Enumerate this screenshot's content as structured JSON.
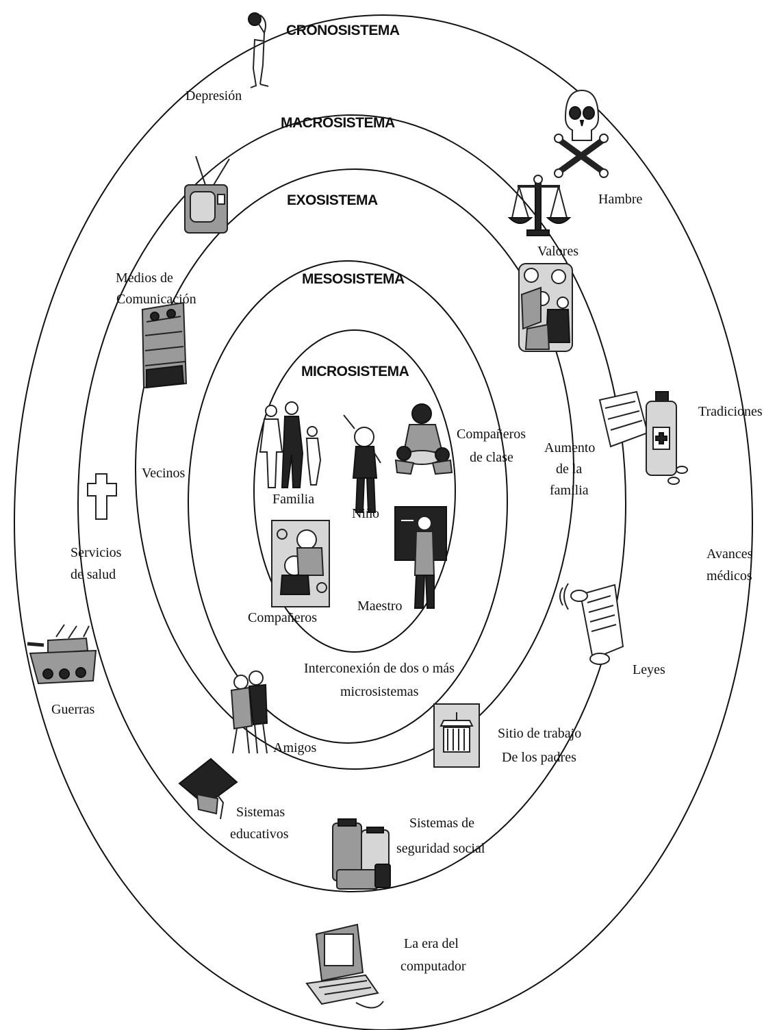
{
  "systems": {
    "crono": "CRONOSISTEMA",
    "macro": "MACROSISTEMA",
    "exo": "EXOSISTEMA",
    "meso": "MESOSISTEMA",
    "micro": "MICROSISTEMA"
  },
  "labels": {
    "depresion": "Depresión",
    "hambre": "Hambre",
    "valores": "Valores",
    "medios_1": "Medios de",
    "medios_2": "Comunicación",
    "tradiciones": "Tradiciones",
    "companeros_clase_1": "Compañeros",
    "companeros_clase_2": "de clase",
    "aumento_1": "Aumento",
    "aumento_2": "de la",
    "aumento_3": "familia",
    "vecinos": "Vecinos",
    "familia": "Familia",
    "nino": "Niño",
    "servicios_1": "Servicios",
    "servicios_2": "de salud",
    "avances_1": "Avances",
    "avances_2": "médicos",
    "maestro": "Maestro",
    "companeros": "Compañeros",
    "leyes": "Leyes",
    "interconexion_1": "Interconexión de dos o más",
    "interconexion_2": "microsistemas",
    "guerras": "Guerras",
    "sitio_1": "Sitio de trabajo",
    "sitio_2": "De los padres",
    "amigos": "Amigos",
    "sist_edu_1": "Sistemas",
    "sist_edu_2": "educativos",
    "seg_social_1": "Sistemas de",
    "seg_social_2": "seguridad social",
    "era_1": "La era del",
    "era_2": "computador"
  },
  "icons": [
    "bowed-person-icon",
    "skull-crossbones-icon",
    "television-icon",
    "scales-icon",
    "family-group-icon",
    "crowd-icon",
    "medicine-bottle-icon",
    "red-cross-icon",
    "walking-family-icon",
    "child-icon",
    "classmates-icon",
    "classroom-kids-icon",
    "teacher-icon",
    "law-scroll-icon",
    "tank-icon",
    "friends-icon",
    "building-photo-icon",
    "graduation-cap-icon",
    "social-security-icon",
    "computer-icon"
  ]
}
